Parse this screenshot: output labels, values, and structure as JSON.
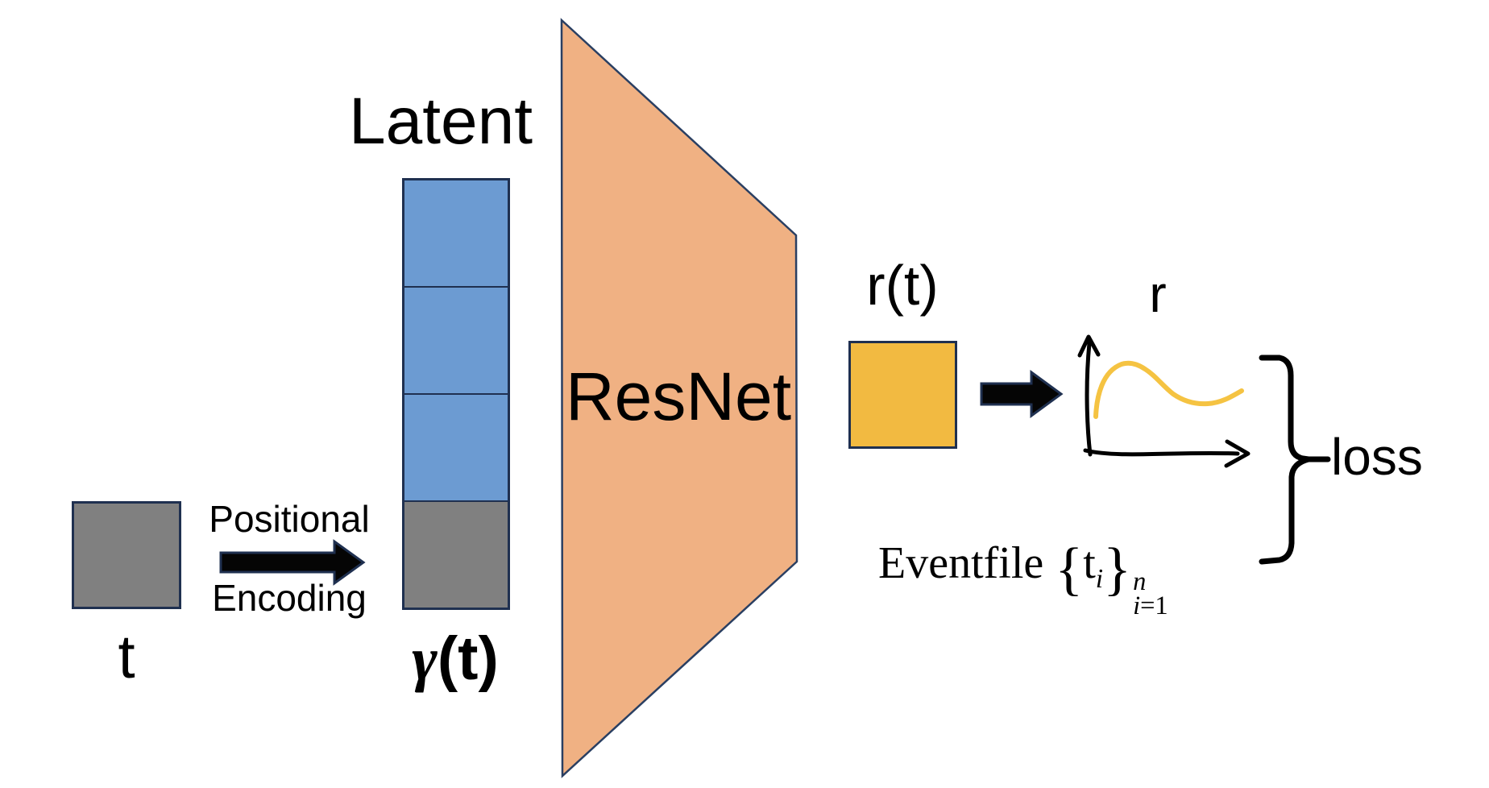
{
  "figure": {
    "description": "Neural field architecture diagram: time input with positional encoding fed through a ResNet producing a rate r(t), compared to an eventfile to compute a loss"
  },
  "colors": {
    "background": "#ffffff",
    "input_gray": "#808080",
    "latent_blue": "#6c9bd2",
    "shape_border": "#1f3050",
    "resnet_fill": "#f0b183",
    "resnet_border": "#2a3f62",
    "output_yellow": "#f2ba41",
    "curve_yellow": "#f5c342",
    "arrow_fill": "#050505",
    "ink": "#000000"
  },
  "labels": {
    "input": "t",
    "positional_line1": "Positional",
    "positional_line2": "Encoding",
    "latent": "Latent",
    "gamma_symbol": "γ",
    "gamma_rest": "(t)",
    "resnet": "ResNet",
    "output": "r(t)",
    "plot_title": "r",
    "loss": "loss"
  },
  "formula": {
    "prefix": "Eventfile",
    "open_brace": "{",
    "var": "t",
    "var_sub": "i",
    "close_brace": "}",
    "sup": "n",
    "sub_var": "i",
    "sub_rest": "=1"
  }
}
